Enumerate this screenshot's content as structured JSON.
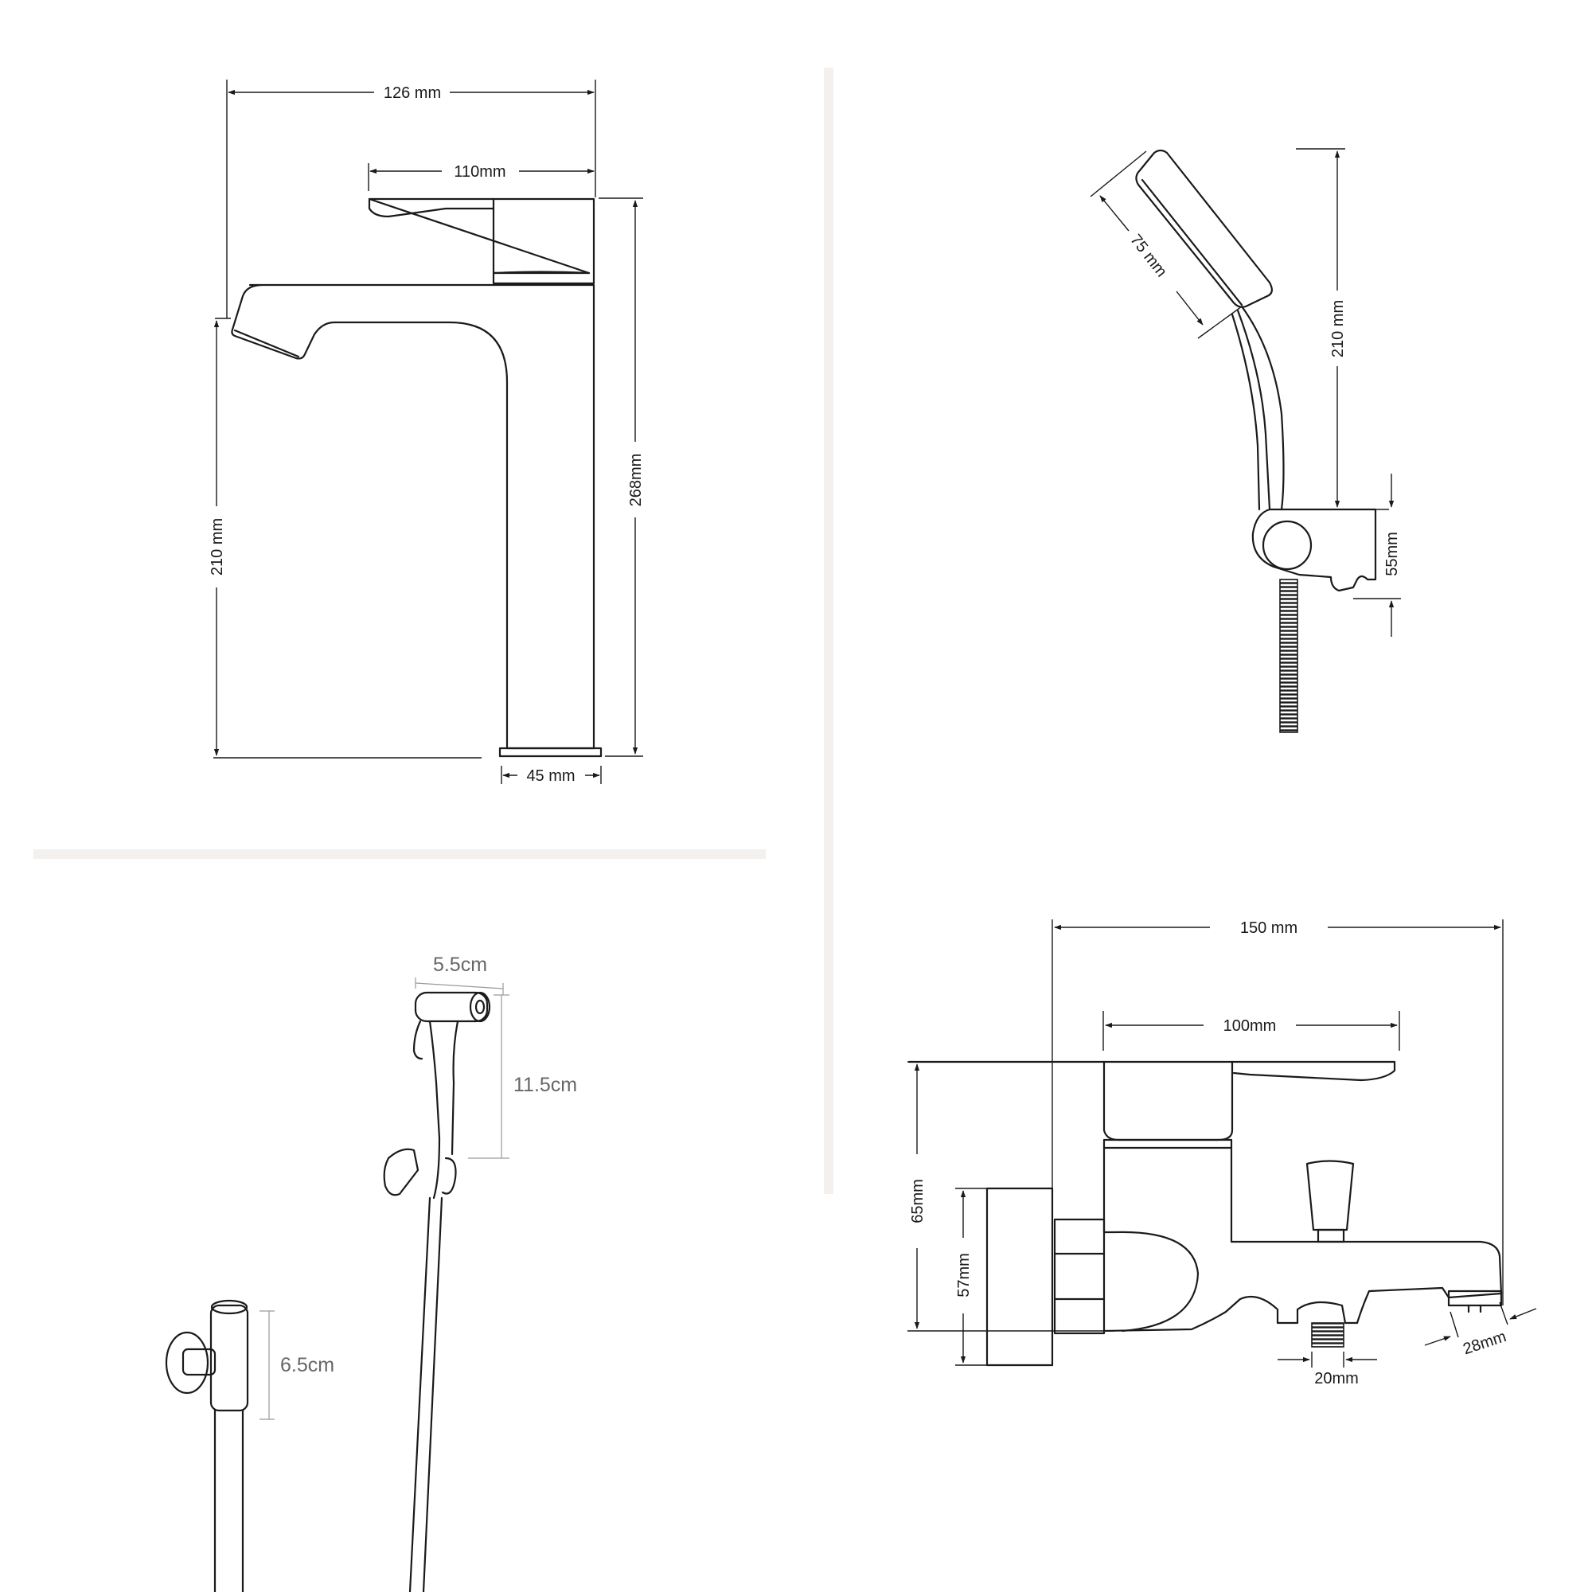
{
  "panels": {
    "basin_faucet": {
      "width_total": "126 mm",
      "width_handle": "110mm",
      "height_spout": "210 mm",
      "height_total": "268mm",
      "base_width": "45 mm"
    },
    "hand_shower": {
      "head_width": "75 mm",
      "length": "210 mm",
      "holder_height": "55mm"
    },
    "bidet_sprayer": {
      "head_length": "5.5cm",
      "handle_length": "11.5cm",
      "valve_height": "6.5cm"
    },
    "bath_mixer": {
      "width_total": "150 mm",
      "width_handle": "100mm",
      "height_total": "65mm",
      "height_body": "57mm",
      "outlet_diameter": "20mm",
      "spout_diameter": "28mm"
    }
  },
  "colors": {
    "line": "#1a1a1a",
    "dimension_gray": "#9a9a9a",
    "separator": "#f3f0ed"
  }
}
